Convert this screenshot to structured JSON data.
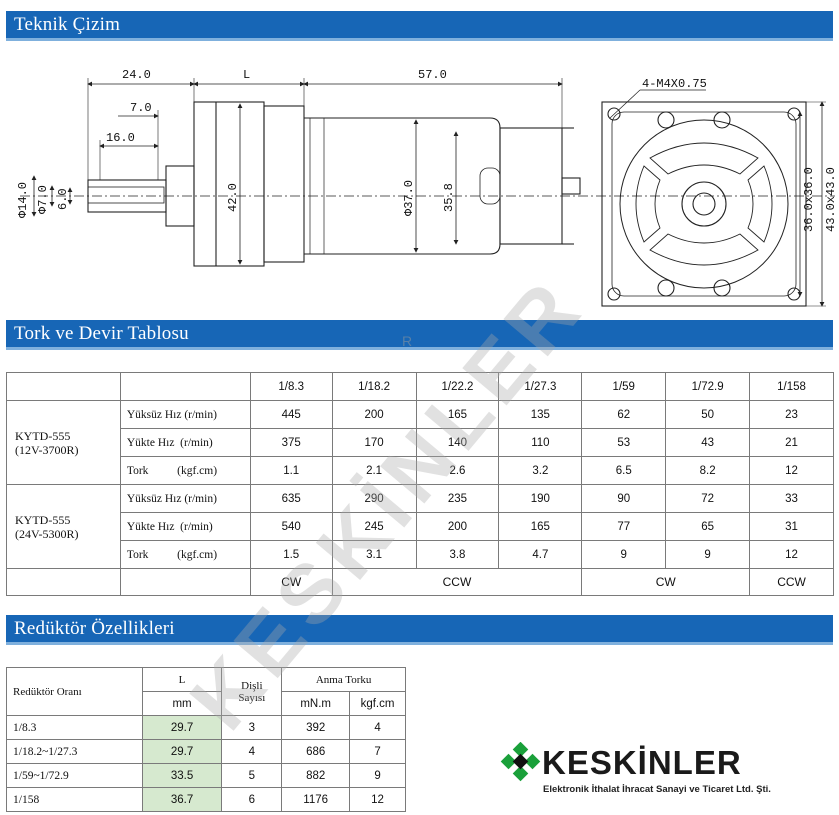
{
  "sections": {
    "drawing_title": "Teknik Çizim",
    "torque_title": "Tork ve Devir Tablosu",
    "reducer_title": "Redüktör Özellikleri"
  },
  "drawing": {
    "dims": {
      "d24": "24.0",
      "dL": "L",
      "d57": "57.0",
      "d7": "7.0",
      "d16": "16.0",
      "phi14": "Φ14.0",
      "phi7": "Φ7.0",
      "d6": "6.0",
      "d42": "42.0",
      "phi37": "Φ37.0",
      "d358": "35.8",
      "m4": "4-M4X0.75",
      "d36": "36.0x36.0",
      "d43": "43.0x43.0"
    }
  },
  "torque": {
    "ratios": [
      "1/8.3",
      "1/18.2",
      "1/22.2",
      "1/27.3",
      "1/59",
      "1/72.9",
      "1/158"
    ],
    "models": [
      {
        "name": "KYTD-555",
        "spec": "(12V-3700R)",
        "rows": [
          {
            "label": "Yüksüz Hız (r/min)",
            "values": [
              "445",
              "200",
              "165",
              "135",
              "62",
              "50",
              "23"
            ]
          },
          {
            "label": "Yükte Hız  (r/min)",
            "values": [
              "375",
              "170",
              "140",
              "110",
              "53",
              "43",
              "21"
            ]
          },
          {
            "label": "Tork          (kgf.cm)",
            "values": [
              "1.1",
              "2.1",
              "2.6",
              "3.2",
              "6.5",
              "8.2",
              "12"
            ]
          }
        ]
      },
      {
        "name": "KYTD-555",
        "spec": "(24V-5300R)",
        "rows": [
          {
            "label": "Yüksüz Hız (r/min)",
            "values": [
              "635",
              "290",
              "235",
              "190",
              "90",
              "72",
              "33"
            ]
          },
          {
            "label": "Yükte Hız  (r/min)",
            "values": [
              "540",
              "245",
              "200",
              "165",
              "77",
              "65",
              "31"
            ]
          },
          {
            "label": "Tork          (kgf.cm)",
            "values": [
              "1.5",
              "3.1",
              "3.8",
              "4.7",
              "9",
              "9",
              "12"
            ]
          }
        ]
      }
    ],
    "directions": [
      "CW",
      "CCW",
      "CW",
      "CCW"
    ]
  },
  "reducer": {
    "headers": {
      "ratio": "Redüktör Oranı",
      "L": "L",
      "mm": "mm",
      "teeth_1": "Dişli",
      "teeth_2": "Sayısı",
      "rated": "Anma Torku",
      "mNm": "mN.m",
      "kgf": "kgf.cm"
    },
    "rows": [
      {
        "ratio": "1/8.3",
        "L": "29.7",
        "teeth": "3",
        "mNm": "392",
        "kgf": "4"
      },
      {
        "ratio": "1/18.2~1/27.3",
        "L": "29.7",
        "teeth": "4",
        "mNm": "686",
        "kgf": "7"
      },
      {
        "ratio": "1/59~1/72.9",
        "L": "33.5",
        "teeth": "5",
        "mNm": "882",
        "kgf": "9"
      },
      {
        "ratio": "1/158",
        "L": "36.7",
        "teeth": "6",
        "mNm": "1176",
        "kgf": "12"
      }
    ]
  },
  "logo": {
    "brand": "KESKİNLER",
    "subtitle": "Elektronik İthalat İhracat Sanayi ve Ticaret Ltd. Şti."
  },
  "watermark": {
    "text": "KESKİNLER",
    "reg": "R"
  },
  "colors": {
    "header_bar": "#1766b6",
    "logo_green": "#1aa03a",
    "watermark_green": "#bfe3b4"
  }
}
